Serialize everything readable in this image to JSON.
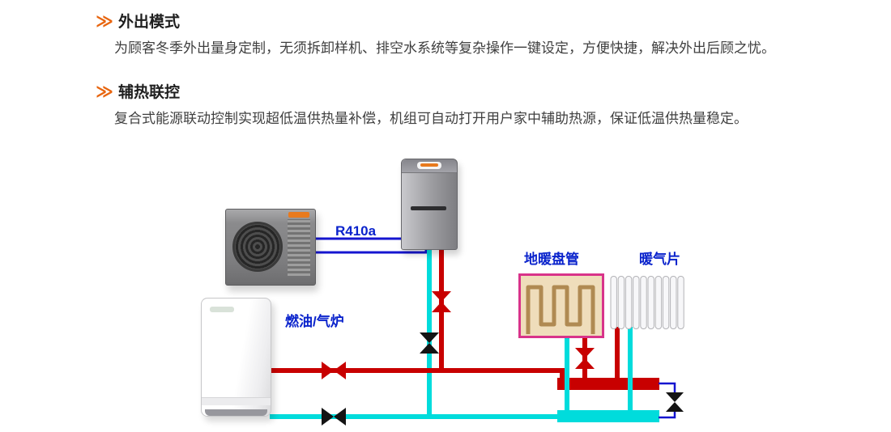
{
  "features": [
    {
      "bullet": "≫",
      "title": "外出模式",
      "description": "为顾客冬季外出量身定制，无须拆卸样机、排空水系统等复杂操作一键设定，方便快捷，解决外出后顾之忧。"
    },
    {
      "bullet": "≫",
      "title": "辅热联控",
      "description": "复合式能源联动控制实现超低温供热量补偿，机组可自动打开用户家中辅助热源，保证低温供热量稳定。"
    }
  ],
  "diagram": {
    "labels": {
      "refrigerant": "R410a",
      "boiler": "燃油/气炉",
      "floor_coil": "地暖盘管",
      "radiator": "暖气片"
    },
    "equipment_icons": [
      "outdoor-unit-icon",
      "indoor-hydrobox-icon",
      "boiler-icon",
      "floor-coil-icon",
      "radiator-icon",
      "valve-icon"
    ],
    "colors": {
      "accent_orange": "#e8650f",
      "label_blue": "#0a23cc",
      "supply_pipe_red": "#c80000",
      "return_pipe_cyan": "#00dcdc",
      "refrigerant_blue": "#1515d0",
      "valve_black": "#141414",
      "coil_border_pink": "#d8338a"
    }
  }
}
